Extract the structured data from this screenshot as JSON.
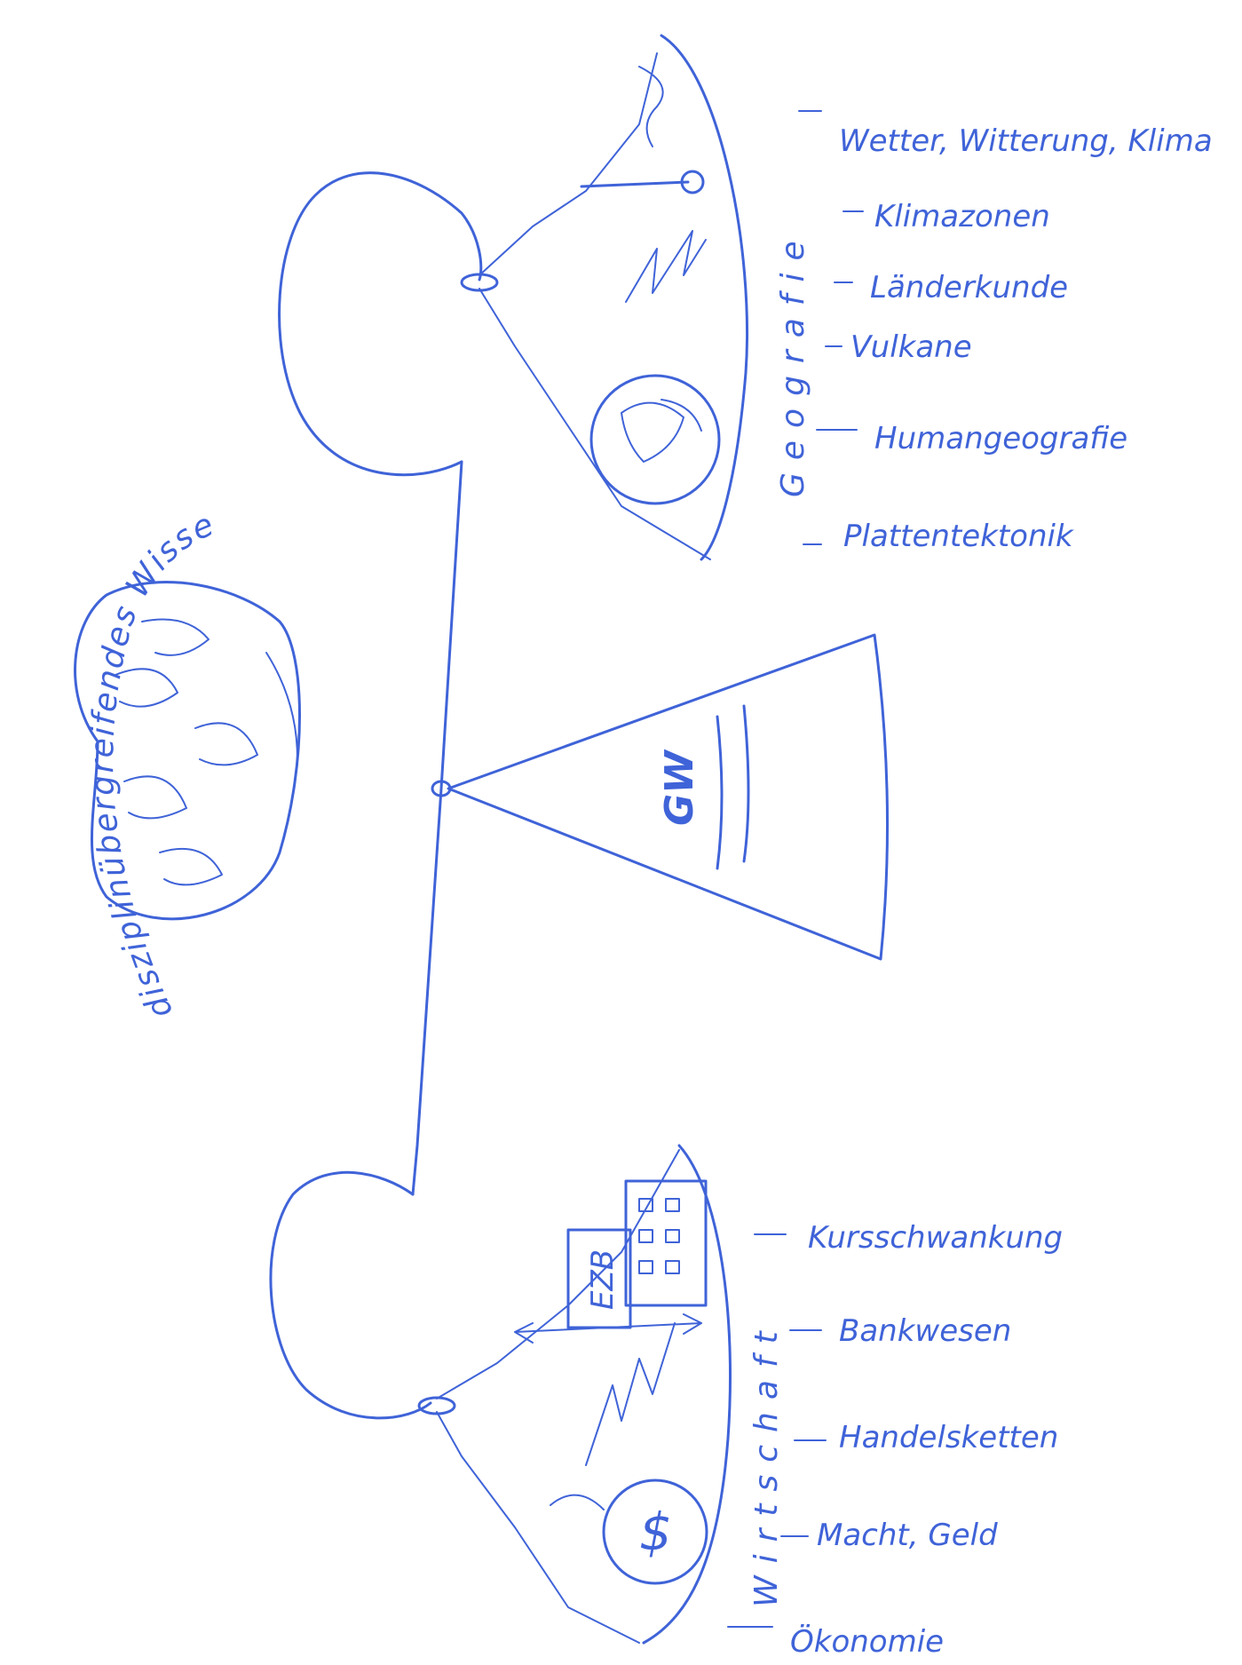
{
  "top_pan": {
    "title": "Geografie",
    "items": [
      "Wetter, Witterung, Klima",
      "Klimazonen",
      "Länderkunde",
      "Vulkane",
      "Humangeografie",
      "Plattentektonik"
    ]
  },
  "bottom_pan": {
    "title": "Wirtschaft",
    "items": [
      "Kursschwankung",
      "Bankwesen",
      "Handelsketten",
      "Macht, Geld",
      "Ökonomie"
    ],
    "building_label": "EZB"
  },
  "center": {
    "base_label": "GW",
    "brain_caption": "disziplinübergreifendes Wissen"
  },
  "colors": {
    "ink": "#3f63d8",
    "background": "#ffffff"
  }
}
